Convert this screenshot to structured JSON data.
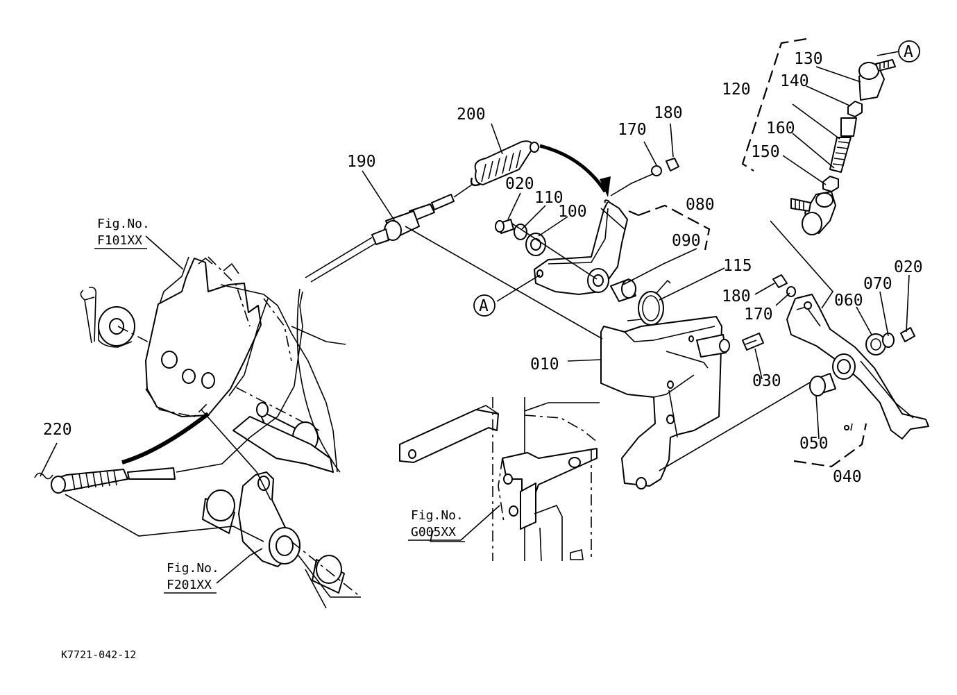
{
  "diagram_code": "K7721-042-12",
  "callout_marker": "A",
  "figure_refs": {
    "f101": {
      "caption": "Fig.No.",
      "code": "F101XX"
    },
    "f201": {
      "caption": "Fig.No.",
      "code": "F201XX"
    },
    "g005": {
      "caption": "Fig.No.",
      "code": "G005XX"
    }
  },
  "part_labels": {
    "p010": "010",
    "p020_left": "020",
    "p020_right": "020",
    "p030": "030",
    "p040": "040",
    "p050": "050",
    "p060": "060",
    "p070": "070",
    "p080": "080",
    "p090": "090",
    "p100": "100",
    "p110": "110",
    "p115": "115",
    "p120": "120",
    "p130": "130",
    "p140": "140",
    "p150": "150",
    "p160": "160",
    "p170_top": "170",
    "p170_mid": "170",
    "p180_top": "180",
    "p180_mid": "180",
    "p190": "190",
    "p200": "200",
    "p220": "220"
  }
}
